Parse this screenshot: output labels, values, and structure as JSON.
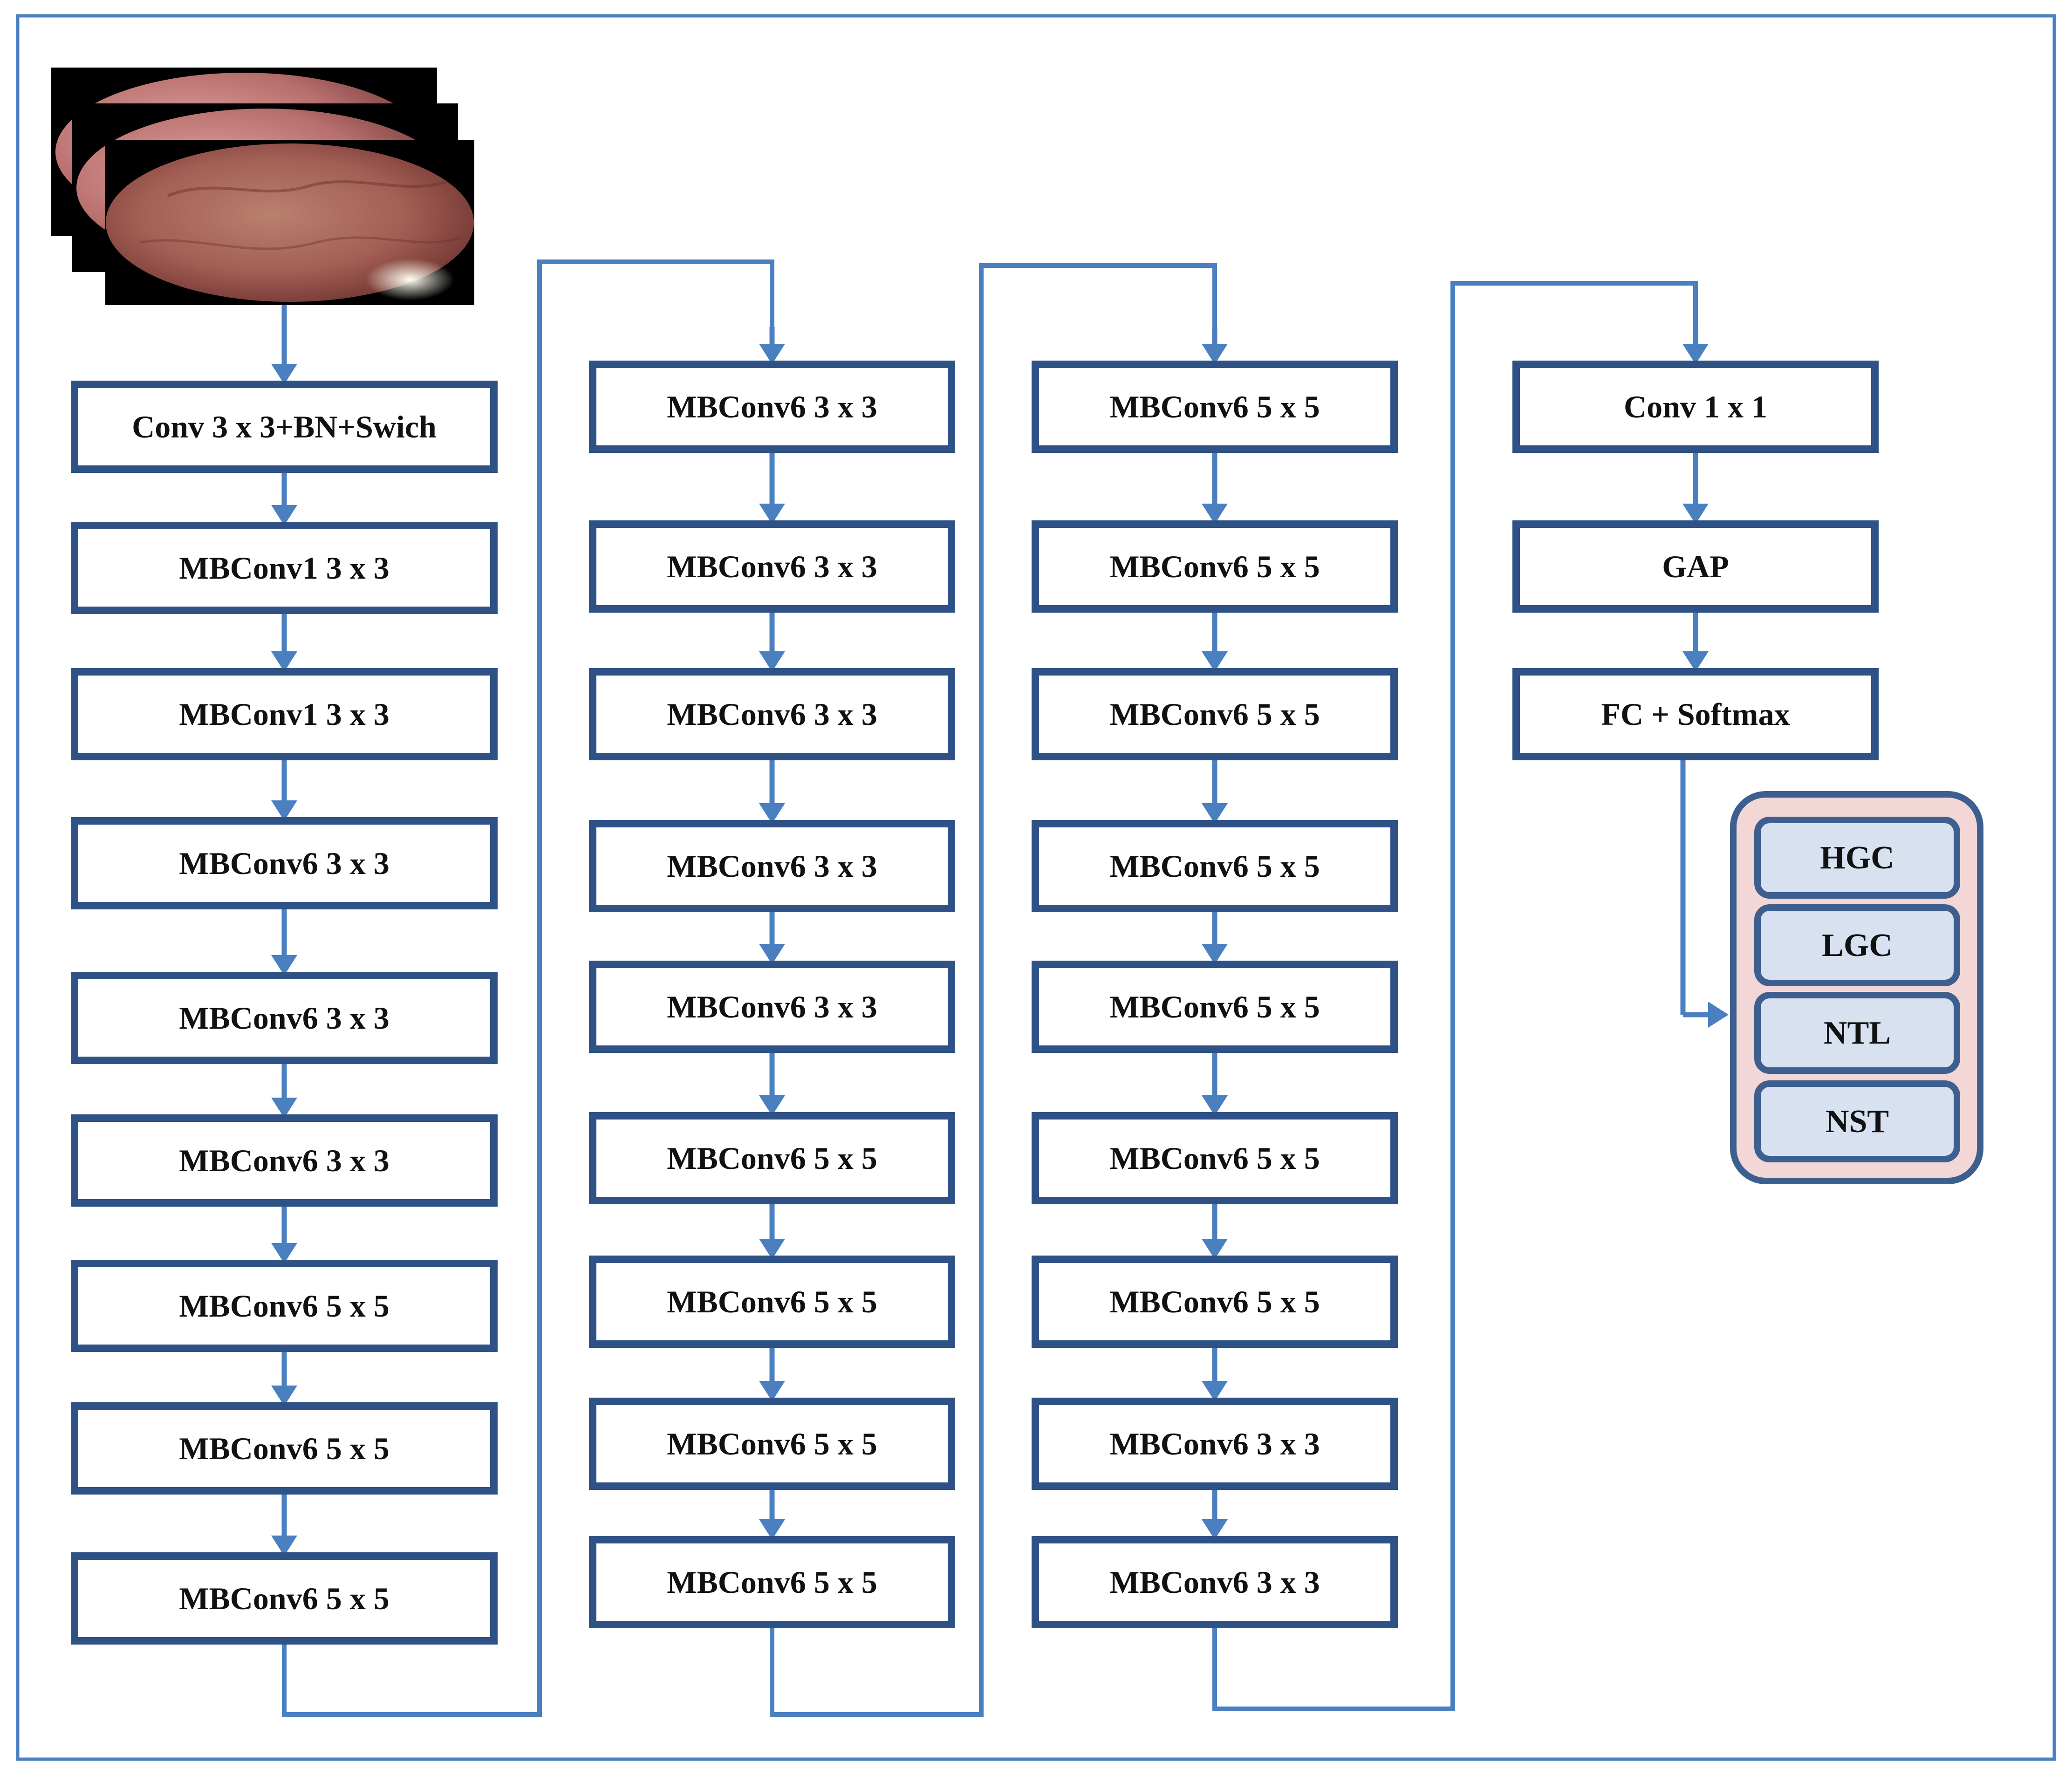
{
  "diagram": {
    "input_image": {
      "icon": "endoscopy-image-stack-icon"
    },
    "columns": [
      {
        "name": "column-1",
        "blocks": [
          "Conv 3 x 3+BN+Swich",
          "MBConv1 3 x 3",
          "MBConv1 3 x 3",
          "MBConv6 3 x 3",
          "MBConv6 3 x 3",
          "MBConv6 3 x 3",
          "MBConv6 5 x 5",
          "MBConv6 5 x 5",
          "MBConv6 5 x 5"
        ]
      },
      {
        "name": "column-2",
        "blocks": [
          "MBConv6 3 x 3",
          "MBConv6 3 x 3",
          "MBConv6 3 x 3",
          "MBConv6 3 x 3",
          "MBConv6 3 x 3",
          "MBConv6 5 x 5",
          "MBConv6 5 x 5",
          "MBConv6 5 x 5",
          "MBConv6 5 x 5"
        ]
      },
      {
        "name": "column-3",
        "blocks": [
          "MBConv6 5 x 5",
          "MBConv6 5 x 5",
          "MBConv6 5 x 5",
          "MBConv6 5 x 5",
          "MBConv6 5 x 5",
          "MBConv6 5 x 5",
          "MBConv6 5 x 5",
          "MBConv6 3 x 3",
          "MBConv6 3 x 3"
        ]
      },
      {
        "name": "column-4",
        "blocks": [
          "Conv 1 x 1",
          "GAP",
          "FC + Softmax"
        ]
      }
    ],
    "classes": [
      "HGC",
      "LGC",
      "NTL",
      "NST"
    ],
    "colors": {
      "box_border": "#2f5286",
      "arrow": "#4a7fc0",
      "classes_panel_fill": "#f3d6d6",
      "classes_panel_border": "#3d5f8f",
      "class_box_fill": "#d7e1f0",
      "frame": "#4a7fc0"
    }
  }
}
